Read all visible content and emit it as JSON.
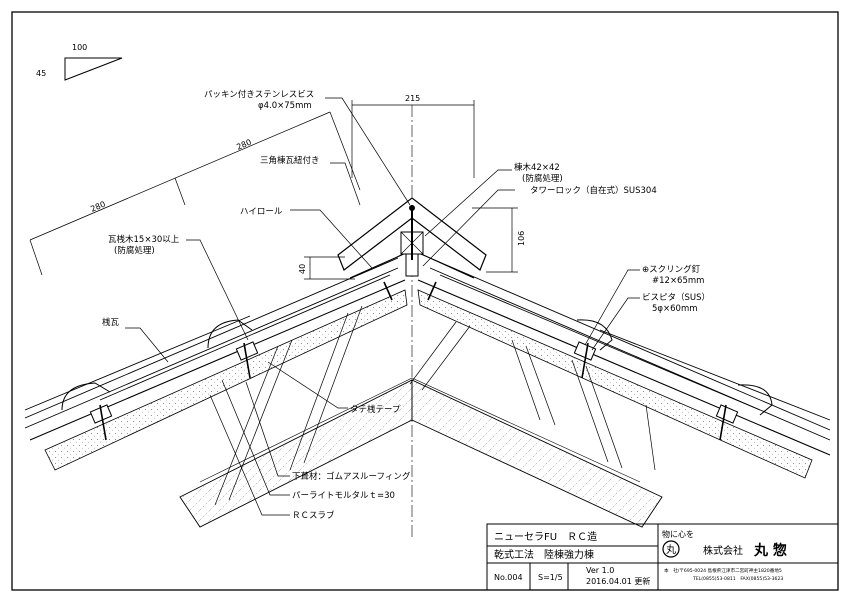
{
  "slope": {
    "run": "100",
    "rise": "45"
  },
  "dimensions": {
    "top_width": "215",
    "rafter_upper": "280",
    "rafter_lower": "280",
    "ridge_height": "106",
    "left_height": "40"
  },
  "labels": {
    "packing_screw": "パッキン付きステンレスビス",
    "packing_screw_spec": "φ4.0×75mm",
    "triangle_tile": "三角棟瓦紐付き",
    "hi_roll": "ハイロール",
    "batten": "瓦桟木15×30以上",
    "batten_note": "(防腐処理)",
    "ridge_tile": "桟瓦",
    "ridge_wood": "棟木42×42",
    "ridge_wood_note": "(防腐処理)",
    "tower_lock": "タワーロック（自在式）SUS304",
    "ring_nail": "⊕スクリング釘",
    "ring_nail_spec": "#12×65mm",
    "bispita": "ビスピタ（SUS）",
    "bispita_spec": "5φ×60mm",
    "tate_tape": "タテ桟テープ",
    "underlay": "下葺材：ゴムアスルーフィング",
    "perlite": "パーライトモルタルｔ=30",
    "rc_slab": "ＲＣスラブ"
  },
  "title_block": {
    "product": "ニューセラFU　ＲＣ造",
    "method": "乾式工法　陸棟強力棟",
    "number": "No.004",
    "scale": "S=1/5",
    "version": "Ver 1.0",
    "date": "2016.04.01 更新",
    "tagline": "物に心を",
    "logo_char": "丸",
    "company_prefix": "株式会社",
    "company_name": "丸 惣",
    "address": "本　社/〒695-0024 島根県江津市二宮町神主1820番地5",
    "contact": "TEL(0855)53-0811　FAX(0855)53-3623"
  }
}
